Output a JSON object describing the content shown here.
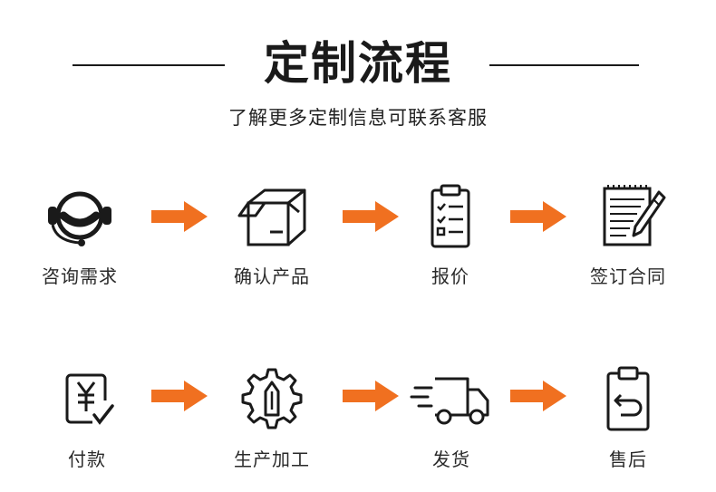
{
  "header": {
    "title": "定制流程",
    "subtitle": "了解更多定制信息可联系客服"
  },
  "steps_row1": [
    {
      "label": "咨询需求",
      "icon": "headset-face-icon"
    },
    {
      "label": "确认产品",
      "icon": "box-icon"
    },
    {
      "label": "报价",
      "icon": "clipboard-checklist-icon"
    },
    {
      "label": "签订合同",
      "icon": "notepad-pen-icon"
    }
  ],
  "steps_row2": [
    {
      "label": "付款",
      "icon": "yen-payment-icon"
    },
    {
      "label": "生产加工",
      "icon": "gear-pen-icon"
    },
    {
      "label": "发货",
      "icon": "delivery-truck-icon"
    },
    {
      "label": "售后",
      "icon": "clipboard-return-icon"
    }
  ],
  "colors": {
    "arrow": "#f07020",
    "icon": "#1a1a1a",
    "text": "#2a2a2a"
  }
}
